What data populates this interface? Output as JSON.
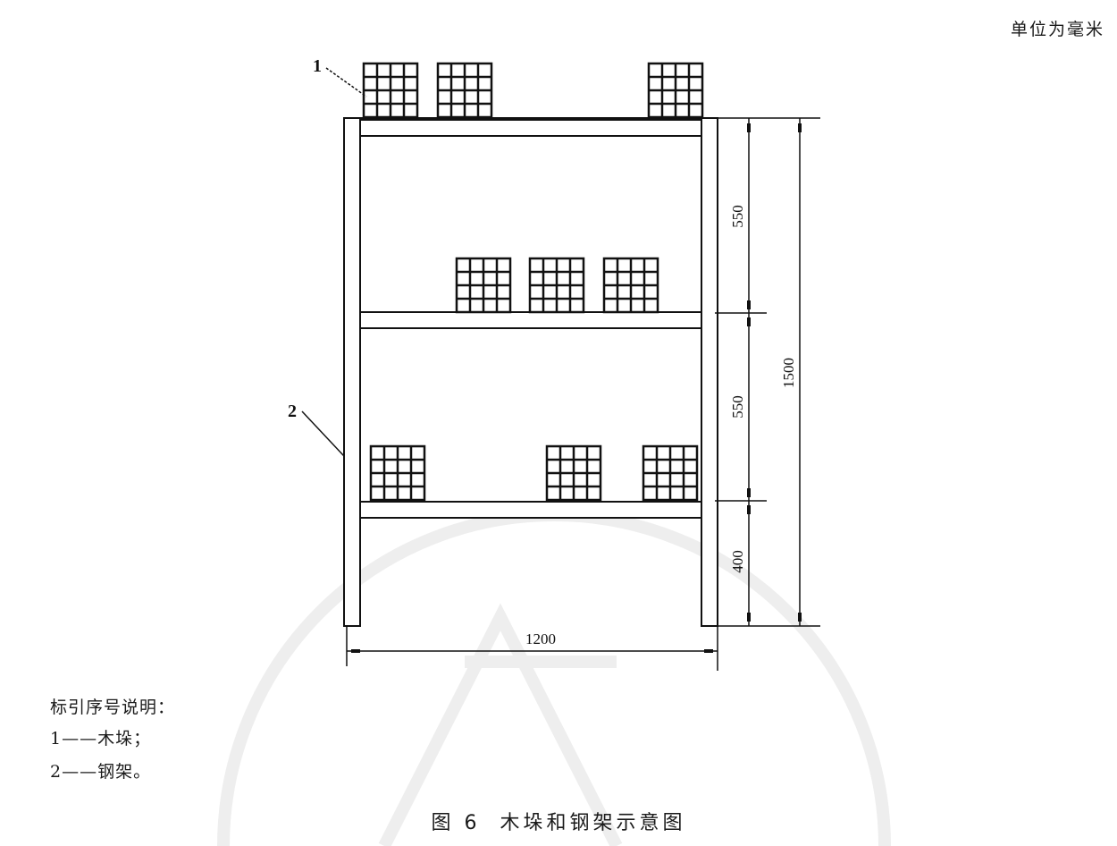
{
  "unit_note": "单位为毫米",
  "dimensions": {
    "tier_top": "550",
    "tier_middle": "550",
    "tier_bottom": "400",
    "total_height": "1500",
    "width": "1200"
  },
  "leaders": {
    "one": "1",
    "two": "2"
  },
  "legend": {
    "title": "标引序号说明：",
    "items": [
      {
        "num": "1",
        "dash": "——",
        "text": "木垛；"
      },
      {
        "num": "2",
        "dash": "——",
        "text": "钢架。"
      }
    ]
  },
  "caption": {
    "number": "图 6",
    "title": "木垛和钢架示意图"
  },
  "colors": {
    "line": "#111111",
    "watermark": "#eeeeee"
  }
}
